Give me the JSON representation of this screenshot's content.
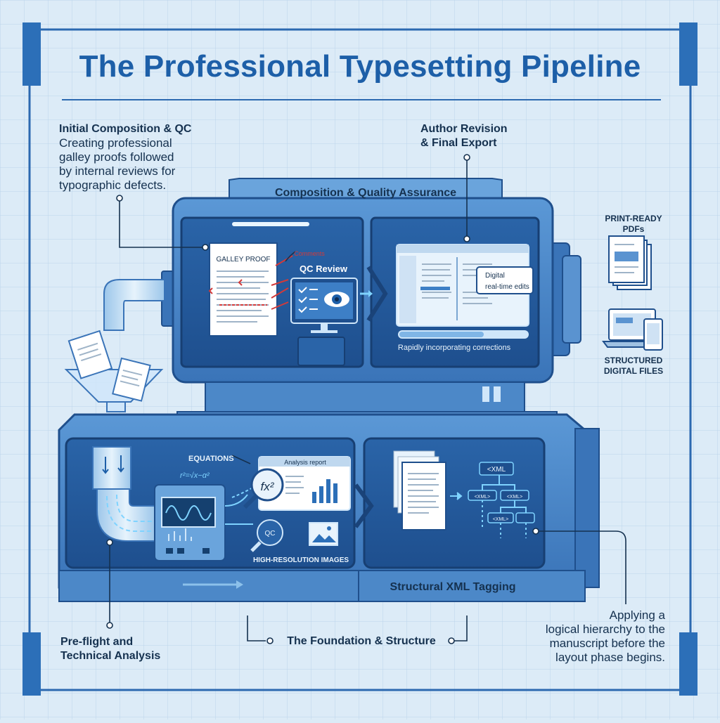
{
  "title": "The Professional Typesetting Pipeline",
  "callouts": {
    "initial": {
      "heading": "Initial Composition & QC",
      "lines": [
        "Creating professional",
        "galley proofs followed",
        "by internal reviews for",
        "typographic defects."
      ]
    },
    "author": {
      "lines": [
        "Author Revision",
        "& Final Export"
      ]
    },
    "preflight": {
      "lines": [
        "Pre-flight and",
        "Technical Analysis"
      ]
    },
    "foundation": "The Foundation & Structure",
    "applying": {
      "lines": [
        "Applying a",
        "logical hierarchy to the",
        "manuscript before the",
        "layout phase begins."
      ]
    }
  },
  "upper": {
    "label": "Composition & Quality Assurance",
    "galley_label": "GALLEY PROOF",
    "comments_label": "Comments",
    "qc_label": "QC Review",
    "digital_edit": [
      "Digital",
      "real-time edits"
    ],
    "corrections_label": "Rapidly incorporating corrections"
  },
  "lower": {
    "equations_label": "EQUATIONS",
    "formula": "r²=√x−α²",
    "fx_label": "fx²",
    "report_label": "Analysis report",
    "qc_badge": "QC",
    "images_label": "HIGH-RESOLUTION IMAGES",
    "xml_label": "Structural XML Tagging",
    "xml_root": "<XML",
    "xml_child": "<XML>"
  },
  "outputs": {
    "print": [
      "PRINT-READY",
      "PDFs"
    ],
    "digital": [
      "STRUCTURED",
      "DIGITAL FILES"
    ]
  },
  "colors": {
    "background": "#dcebf7",
    "grid": "#b9d3ea",
    "machine": "#3f7fc4",
    "machine_dark": "#1f4f8c",
    "panel": "#225a9c",
    "accent": "#1d5fa8",
    "glow": "#7fd3ff",
    "text": "#15314f"
  }
}
